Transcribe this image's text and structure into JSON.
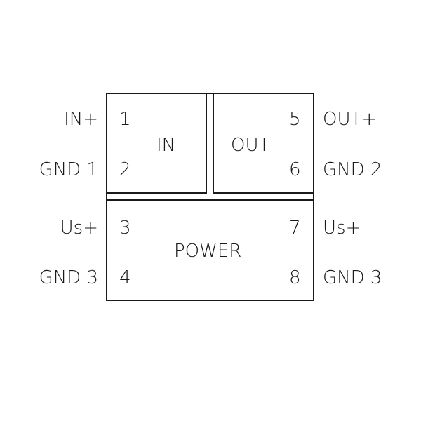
{
  "blocks": {
    "in": "IN",
    "out": "OUT",
    "power": "POWER"
  },
  "left_labels": {
    "in_plus": "IN+",
    "gnd1": "GND 1",
    "us_plus": "Us+",
    "gnd3": "GND 3"
  },
  "right_labels": {
    "out_plus": "OUT+",
    "gnd2": "GND 2",
    "us_plus": "Us+",
    "gnd3": "GND 3"
  },
  "pins": {
    "p1": "1",
    "p2": "2",
    "p3": "3",
    "p4": "4",
    "p5": "5",
    "p6": "6",
    "p7": "7",
    "p8": "8"
  },
  "colors": {
    "line": "#1a1a1a",
    "background": "#ffffff"
  }
}
